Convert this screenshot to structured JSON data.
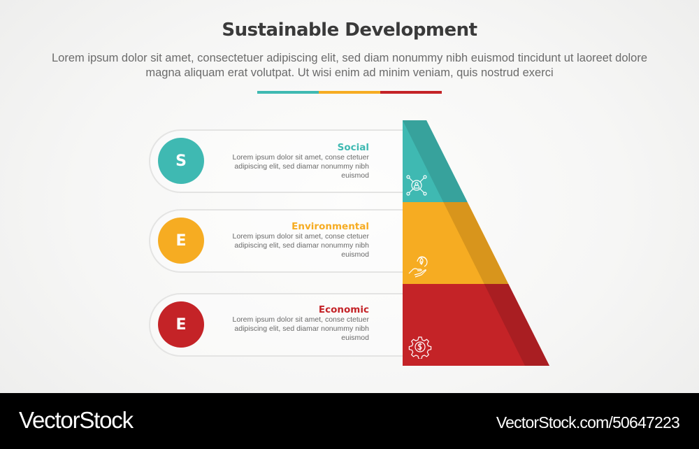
{
  "header": {
    "title": "Sustainable Development",
    "subtitle": "Lorem ipsum dolor sit amet, consectetuer adipiscing elit, sed diam nonummy nibh euismod tincidunt ut laoreet dolore magna aliquam erat volutpat. Ut wisi enim ad minim veniam, quis nostrud exerci"
  },
  "colors": {
    "teal": "#3fb9b2",
    "teal_dark": "#37a29c",
    "yellow": "#f6ac22",
    "yellow_dark": "#d8951c",
    "red": "#c42327",
    "red_dark": "#a91e22",
    "title_text": "#3a3a3a",
    "body_text": "#6a6a6a"
  },
  "items": [
    {
      "letter": "S",
      "title": "Social",
      "body": "Lorem ipsum dolor sit amet, conse ctetuer adipiscing elit, sed diamar nonummy nibh euismod",
      "color": "#3fb9b2",
      "icon": "social-network-person-icon"
    },
    {
      "letter": "E",
      "title": "Environmental",
      "body": "Lorem ipsum dolor sit amet, conse ctetuer adipiscing elit, sed diamar nonummy nibh euismod",
      "color": "#f6ac22",
      "icon": "hand-leaf-recycle-icon"
    },
    {
      "letter": "E",
      "title": "Economic",
      "body": "Lorem ipsum dolor sit amet, conse ctetuer adipiscing elit, sed diamar nonummy nibh euismod",
      "color": "#c42327",
      "icon": "gear-dollar-icon"
    }
  ],
  "footer": {
    "logo": "VectorStock",
    "image_id": "VectorStock.com/50647223"
  }
}
